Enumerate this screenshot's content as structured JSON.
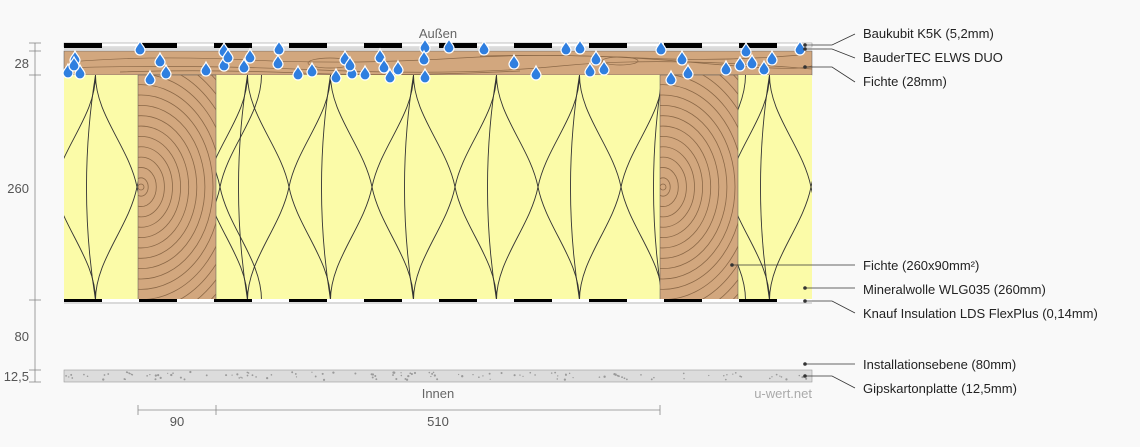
{
  "captions": {
    "outside": "Außen",
    "inside": "Innen",
    "watermark": "u-wert.net"
  },
  "dimensions_left": [
    "28",
    "260",
    "80",
    "12,5"
  ],
  "dimensions_bottom": [
    "90",
    "510"
  ],
  "layers": [
    "Baukubit K5K (5,2mm)",
    "BauderTEC ELWS DUO",
    "Fichte (28mm)",
    "Fichte (260x90mm²)",
    "Mineralwolle WLG035 (260mm)",
    "Knauf Insulation LDS FlexPlus (0,14mm)",
    "Installationsebene (80mm)",
    "Gipskartonplatte (12,5mm)"
  ],
  "colors": {
    "wood": "#d2a77e",
    "insulation": "#fbfba8",
    "membrane": "#000000",
    "drop": "#2f7fe0",
    "gypsum": "#dcdcdc"
  },
  "icons": {
    "moisture": "water-drop-icon"
  }
}
